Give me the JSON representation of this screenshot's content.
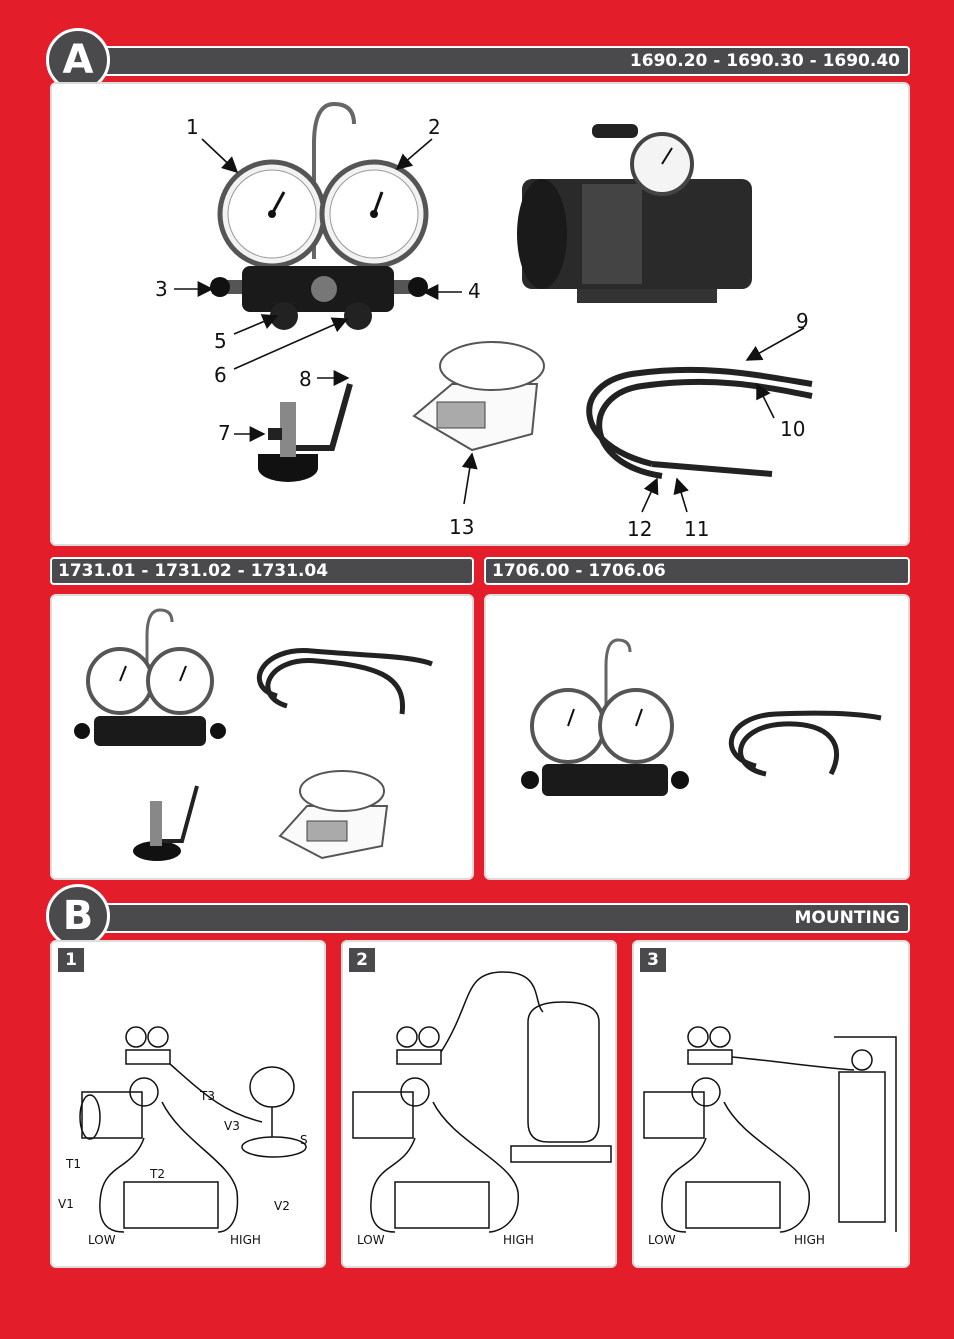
{
  "section_a": {
    "badge": "A",
    "models": "1690.20 - 1690.30 - 1690.40",
    "callouts": [
      "1",
      "2",
      "3",
      "4",
      "5",
      "6",
      "7",
      "8",
      "9",
      "10",
      "11",
      "12",
      "13"
    ]
  },
  "kit_1731": {
    "models": "1731.01 - 1731.02 - 1731.04"
  },
  "kit_1706": {
    "models": "1706.00 - 1706.06"
  },
  "section_b": {
    "badge": "B",
    "title": "MOUNTING",
    "steps": [
      {
        "number": "1",
        "labels": {
          "t1": "T1",
          "t2": "T2",
          "t3": "T3",
          "v1": "V1",
          "v2": "V2",
          "v3": "V3",
          "s": "S",
          "low": "LOW",
          "high": "HIGH"
        }
      },
      {
        "number": "2",
        "labels": {
          "low": "LOW",
          "high": "HIGH"
        }
      },
      {
        "number": "3",
        "labels": {
          "low": "LOW",
          "high": "HIGH"
        }
      }
    ]
  },
  "colors": {
    "background": "#e31d2a",
    "bar": "#4a4a4c",
    "panel": "#ffffff"
  }
}
